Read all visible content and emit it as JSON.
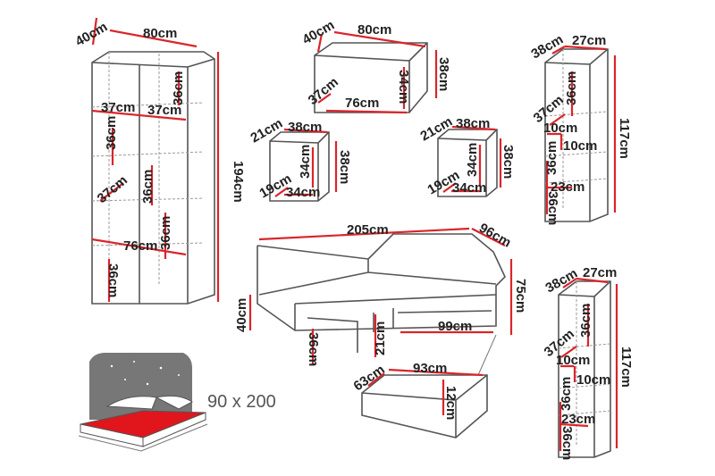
{
  "wardrobe": {
    "depth": "40cm",
    "width": "80cm",
    "height": "194cm",
    "top_shelf": "36cm",
    "shelf_left": "37cm",
    "shelf_right": "37cm",
    "left_gap": "36cm",
    "left_depth": "37cm",
    "mid_gap": "36cm",
    "lower_gap": "36cm",
    "bottom_width": "76cm",
    "bottom_gap": "36cm"
  },
  "wall_cabinet": {
    "depth": "40cm",
    "width": "80cm",
    "height": "38cm",
    "inner_depth": "37cm",
    "inner_width": "76cm",
    "inner_height": "34cm"
  },
  "cube_left": {
    "depth": "21cm",
    "width": "38cm",
    "height": "38cm",
    "inner_depth": "19cm",
    "inner_width": "34cm",
    "inner_height": "34cm"
  },
  "cube_right": {
    "depth": "21cm",
    "width": "38cm",
    "height": "38cm",
    "inner_depth": "19cm",
    "inner_width": "34cm",
    "inner_height": "34cm"
  },
  "shelf_top": {
    "depth": "38cm",
    "width": "27cm",
    "height": "117cm",
    "gap1": "36cm",
    "inner_depth": "37cm",
    "w1": "10cm",
    "w2": "10cm",
    "gap2": "36cm",
    "w3": "23cm",
    "gap3": "36cm"
  },
  "shelf_bottom": {
    "depth": "38cm",
    "width": "27cm",
    "height": "117cm",
    "gap1": "36cm",
    "inner_depth": "37cm",
    "w1": "10cm",
    "w2": "10cm",
    "gap2": "36cm",
    "w3": "23cm",
    "gap3": "36cm"
  },
  "bed": {
    "length": "205cm",
    "depth": "96cm",
    "height": "75cm",
    "base_height": "40cm",
    "drawer_height": "36cm",
    "inner": "21cm",
    "drawer_width": "99cm"
  },
  "drawer": {
    "depth": "63cm",
    "width": "93cm",
    "height": "12cm"
  },
  "mattress": {
    "size": "90 x 200"
  }
}
